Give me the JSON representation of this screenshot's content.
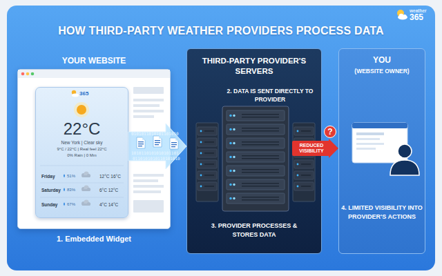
{
  "diagram": {
    "title": "HOW THIRD-PARTY WEATHER PROVIDERS PROCESS DATA",
    "nodes": [
      {
        "text": [
          "YOUR WEBSITE",
          "1. Embedded Widget"
        ]
      },
      {
        "text": [
          "365",
          "22°C",
          "New York | Clear sky",
          "9°C / 22°C | Real feel 22°C",
          "0% Rain | 0 Mm",
          "Friday",
          "51%",
          "12°C 16°C",
          "Saturday",
          "83%",
          "6°C 12°C",
          "Sunday",
          "67%",
          "4°C 14°C"
        ],
        "in": 0
      },
      {
        "text": [
          "THIRD-PARTY PROVIDER'S SERVERS",
          "2. DATA IS SENT DIRECTLY TO PROVIDER",
          "3. PROVIDER PROCESSES & STORES DATA"
        ]
      },
      {
        "text": [
          "YOU",
          "(WEBSITE OWNER)",
          "4. LIMITED VISIBILITY INTO PROVIDER'S ACTIONS"
        ]
      }
    ],
    "edges": [
      {
        "from": 1,
        "to": 2,
        "arrow": "to"
      },
      {
        "from": 2,
        "to": 3,
        "label": "REDUCED VISIBILITY",
        "arrow": "to"
      }
    ],
    "labels": [
      "weather",
      "365",
      "?",
      "0101011010101101010",
      "1010110101010101101",
      "0110101010110101010"
    ]
  }
}
